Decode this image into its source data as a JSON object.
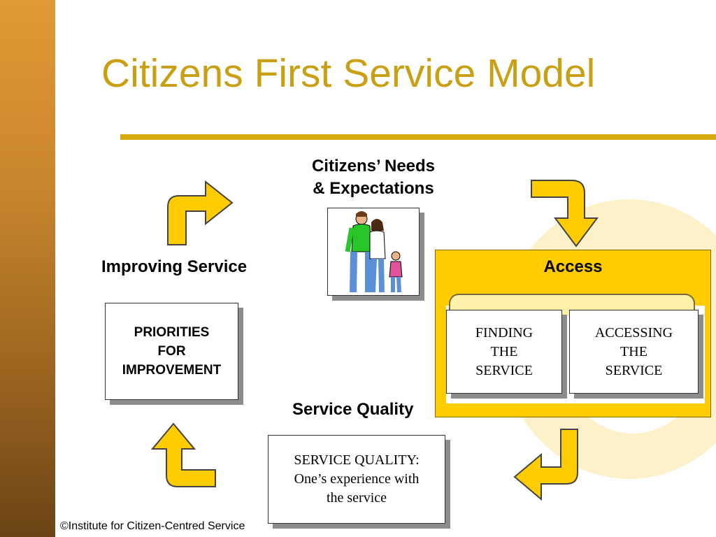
{
  "title": "Citizens First Service Model",
  "needs": {
    "line1": "Citizens’ Needs",
    "line2": "& Expectations"
  },
  "improving_label": "Improving Service",
  "access_label": "Access",
  "quality_label": "Service Quality",
  "boxes": {
    "priorities": "PRIORITIES\nFOR\nIMPROVEMENT",
    "finding": "FINDING\nTHE\nSERVICE",
    "accessing": "ACCESSING\nTHE\nSERVICE",
    "service_quality": "SERVICE QUALITY:\nOne’s experience with\nthe service"
  },
  "footer": "©Institute for Citizen-Centred Service",
  "colors": {
    "accent": "#c9a014",
    "arrow": "#ffcc00",
    "panel": "#ffcc00"
  }
}
